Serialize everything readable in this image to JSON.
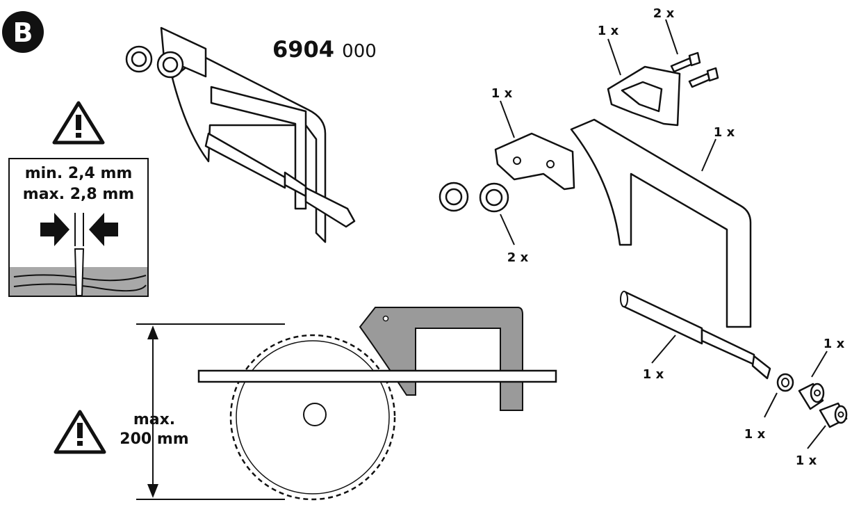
{
  "section_letter": "B",
  "part_number": {
    "main": "6904",
    "suffix": "000"
  },
  "warning_box": {
    "min": "min. 2,4 mm",
    "max": "max. 2,8 mm"
  },
  "height_limit": {
    "line1": "max.",
    "line2": "200 mm"
  },
  "quantities": {
    "bolts": "2 x",
    "riving_knife_bracket": "1 x",
    "angle_bracket": "1 x",
    "guard_plate": "1 x",
    "bushings": "2 x",
    "shaft": "1 x",
    "spacer_ring": "1 x",
    "sleeve_a": "1 x",
    "sleeve_b": "1 x"
  },
  "colors": {
    "ink": "#111111",
    "grey_part": "#9a9a9a",
    "wood": "#a8a8a8",
    "badge": "#111111"
  }
}
